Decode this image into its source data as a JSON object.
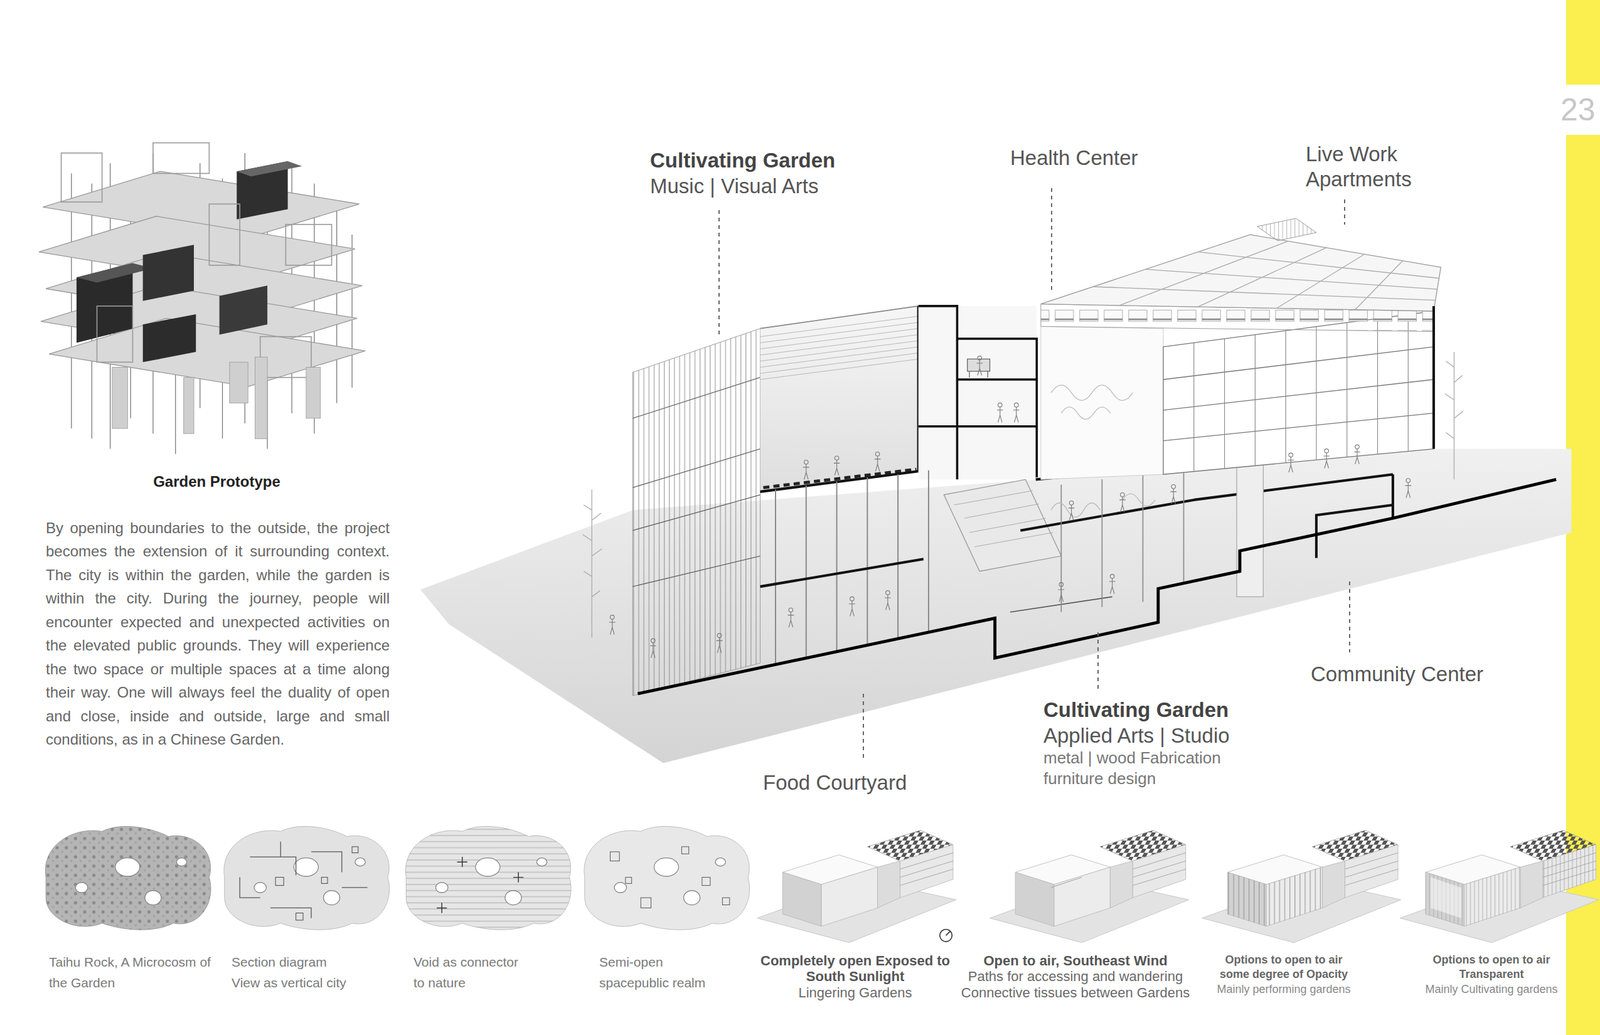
{
  "diagram": {
    "nodes": [
      {
        "text": [
          "Garden Prototype"
        ]
      },
      {
        "text": [
          "Taihu Rock, A Microcosm of the Garden"
        ]
      },
      {
        "text": [
          "Section diagram View as vertical city"
        ]
      },
      {
        "text": [
          "Void as connector to nature"
        ]
      },
      {
        "text": [
          "Semi-open spacepublic realm"
        ]
      },
      {
        "text": [
          "Completely open Exposed to South Sunlight",
          "Lingering Gardens"
        ]
      },
      {
        "text": [
          "Open to air, Southeast Wind",
          "Paths for accessing and wandering Connective tissues between Gardens"
        ]
      },
      {
        "text": [
          "Options to open to air some degree of Opacity",
          "Mainly performing gardens"
        ]
      },
      {
        "text": [
          "Options to open to air Transparent",
          "Mainly Cultivating gardens"
        ]
      }
    ],
    "labels": [
      "23",
      "Cultivating Garden",
      "Music | Visual Arts",
      "Health Center",
      "Live Work Apartments",
      "By opening boundaries to the outside, the project becomes the extension of it surrounding context. The city is within the garden, while the garden is within the city. During the journey, people will encounter expected and unexpected activities on the elevated public grounds. They will experience the two space or multiple spaces at a time along their way. One will always feel the duality of open and close, inside and outside, large and small conditions, as in a Chinese Garden.",
      "Community Center",
      "Cultivating Garden",
      "Applied Arts | Studio",
      "metal | wood Fabrication furniture design",
      "Food Courtyard"
    ]
  }
}
